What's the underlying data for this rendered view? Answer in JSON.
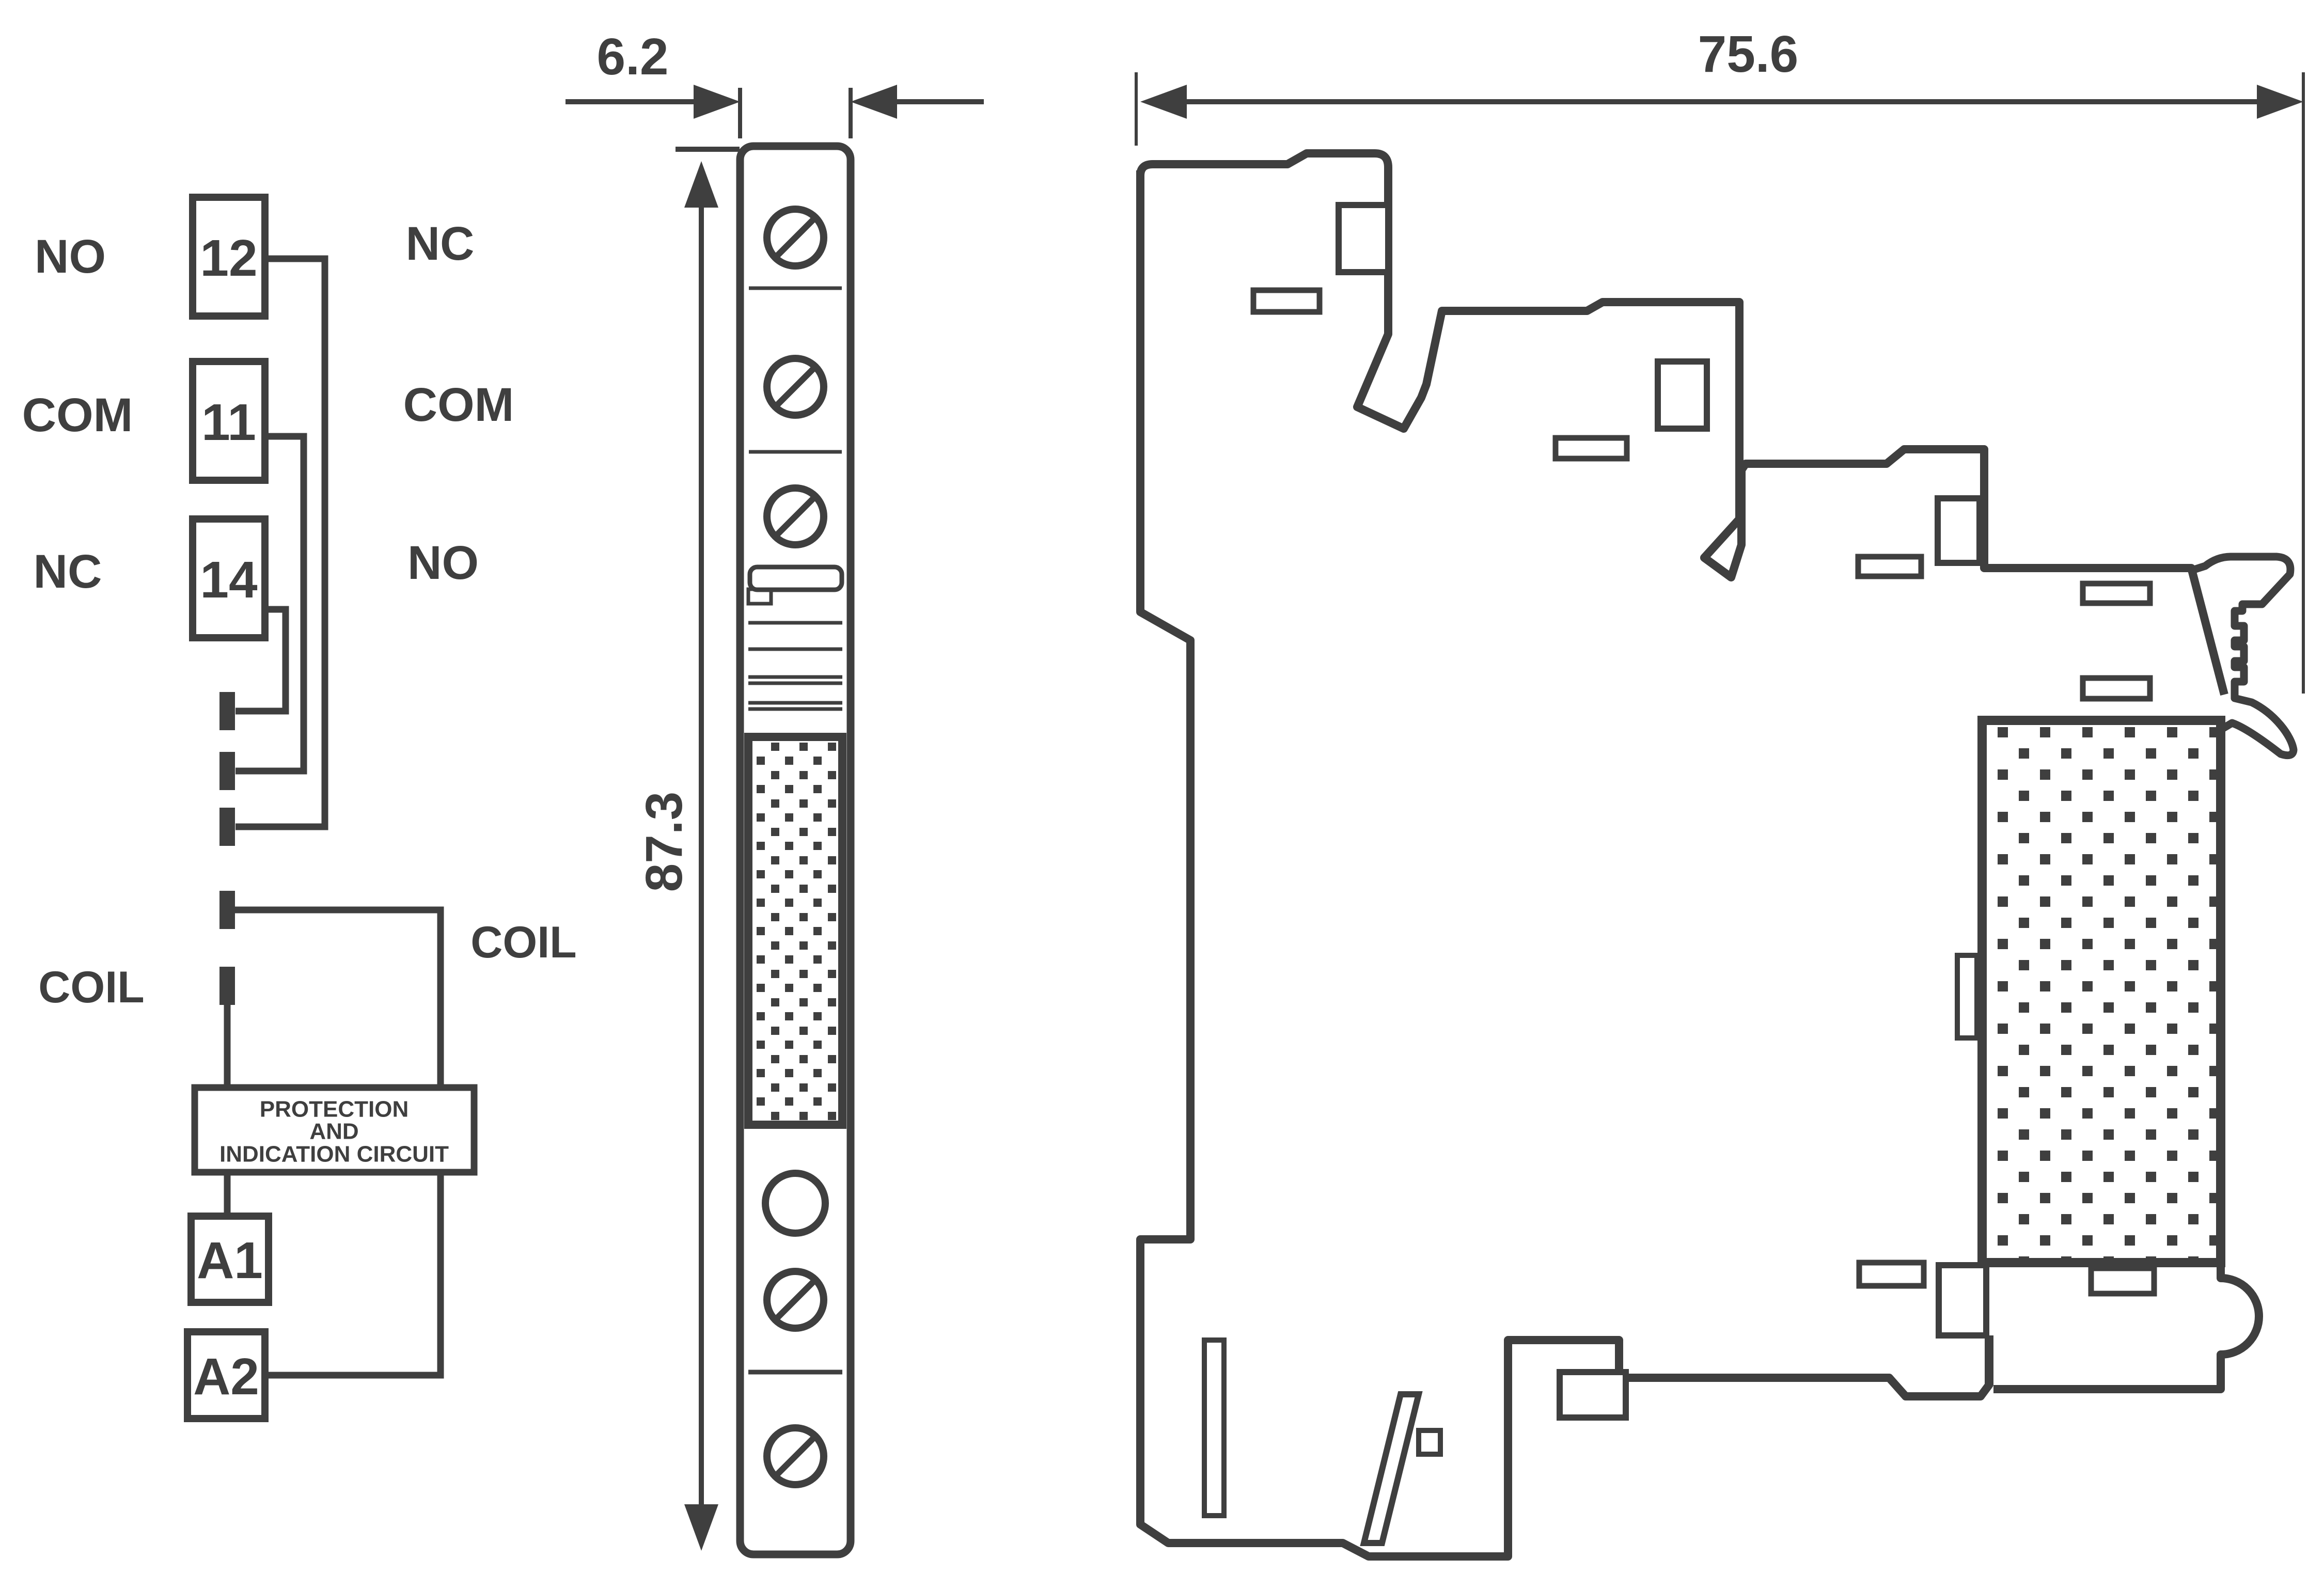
{
  "schematic": {
    "left_labels": {
      "no": "NO",
      "com": "COM",
      "nc": "NC"
    },
    "right_labels": {
      "nc": "NC",
      "com": "COM",
      "no": "NO"
    },
    "terminals": {
      "t12": "12",
      "t11": "11",
      "t14": "14"
    },
    "coil_left": "COIL",
    "coil_right": "COIL",
    "protection_box": {
      "line1": "PROTECTION",
      "line2": "AND",
      "line3": "INDICATION CIRCUIT"
    },
    "coil_terminals": {
      "a1": "A1",
      "a2": "A2"
    }
  },
  "dimensions": {
    "front_width_mm": "6.2",
    "front_height_mm": "87.3",
    "side_width_mm": "75.6"
  },
  "colors": {
    "line": "#3f3f3f",
    "text": "#3f3f3f",
    "background": "#ffffff"
  }
}
